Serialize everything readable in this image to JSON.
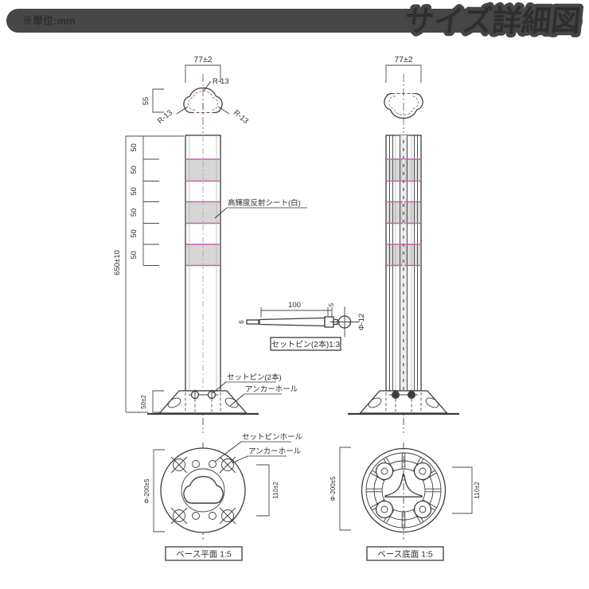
{
  "header": {
    "unit_label": "※単位:mm",
    "title": "サイズ詳細図"
  },
  "front_view": {
    "width_dim": "77±2",
    "radius_top": "R-13",
    "radius_left": "R-13",
    "radius_right": "R-13",
    "depth_dim": "55",
    "segment_dims": [
      "50",
      "50",
      "50",
      "50",
      "50",
      "50"
    ],
    "height_dim": "650±10",
    "base_height_dim": "50±2",
    "sheet_callout": "高輝度反射シート(白)",
    "setpin_callout": "セットピン(2本)",
    "anchor_callout": "アンカーホール"
  },
  "side_view": {
    "width_dim": "77±2"
  },
  "pin_detail": {
    "length_dim": "100",
    "head_dim": "5",
    "tip_dim": "6",
    "diameter_dim": "Φ-12",
    "caption": "セットピン(2本)1:3"
  },
  "base_plan": {
    "setpin_hole_callout": "セットピンホール",
    "anchor_hole_callout": "アンカーホール",
    "diameter_dim": "Φ-200±5",
    "pitch_dim": "110±2",
    "caption": "ベース平面  1:5"
  },
  "base_bottom": {
    "diameter_dim": "Φ-200±5",
    "pitch_dim": "110±2",
    "caption": "ベース底面  1:5"
  },
  "colors": {
    "line": "#3c3c3c",
    "centerline": "#a2616e",
    "band_border": "#c95fa9",
    "band_fill": "#d6d6d6",
    "header_bg": "#474747"
  }
}
